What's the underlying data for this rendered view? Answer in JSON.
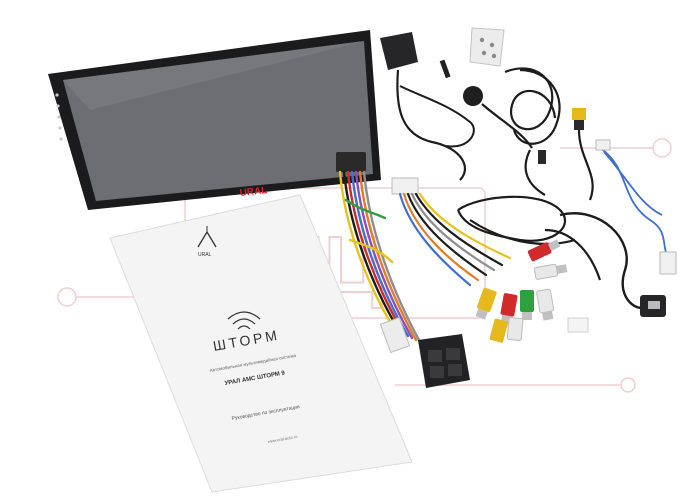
{
  "screen": {
    "brand": "URAL"
  },
  "manual": {
    "logo_text": "URAL",
    "brand_name": "ШТОРМ",
    "subtitle": "Автомобильная мультимедийная система",
    "model": "УРАЛ АМС ШТОРМ 9",
    "guide": "Руководство по эксплуатации",
    "website": "www.ural-auto.ru"
  },
  "watermark": {
    "text": "КНЦ"
  },
  "colors": {
    "screen_frame": "#1b1b1d",
    "screen_glass": "#6c6e73",
    "brand_red": "#c8242a",
    "rca_red": "#d02a2a",
    "rca_yellow": "#e6b81c",
    "rca_white": "#e8e8e8",
    "rca_green": "#2ea040",
    "wire_blue": "#3f6fd1",
    "wire_yellow": "#e7c21a",
    "wire_purple": "#8b4fb8",
    "wire_orange": "#e37c22",
    "watermark_red": "#e6a8a8"
  }
}
